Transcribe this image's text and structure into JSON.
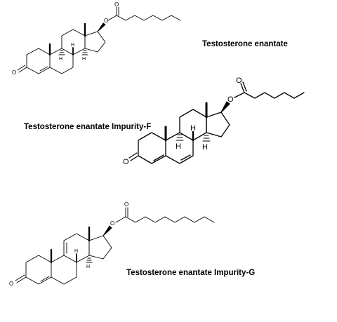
{
  "background": "#ffffff",
  "ink": "#000000",
  "compounds": [
    {
      "name": "Testosterone enantate",
      "atoms": {
        "oxygen_ester": "O",
        "oxygen_carbonyl": "O",
        "oxygen_ketone": "O",
        "hydrogen": "H"
      }
    },
    {
      "name": "Testosterone enantate Impurity-F",
      "atoms": {
        "oxygen_ester": "O",
        "oxygen_carbonyl": "O",
        "oxygen_ketone": "O",
        "hydrogen": "H"
      }
    },
    {
      "name": "Testosterone enantate Impurity-G",
      "atoms": {
        "oxygen_ester": "O",
        "oxygen_carbonyl": "O",
        "oxygen_ketone": "O",
        "hydrogen": "H"
      }
    }
  ]
}
